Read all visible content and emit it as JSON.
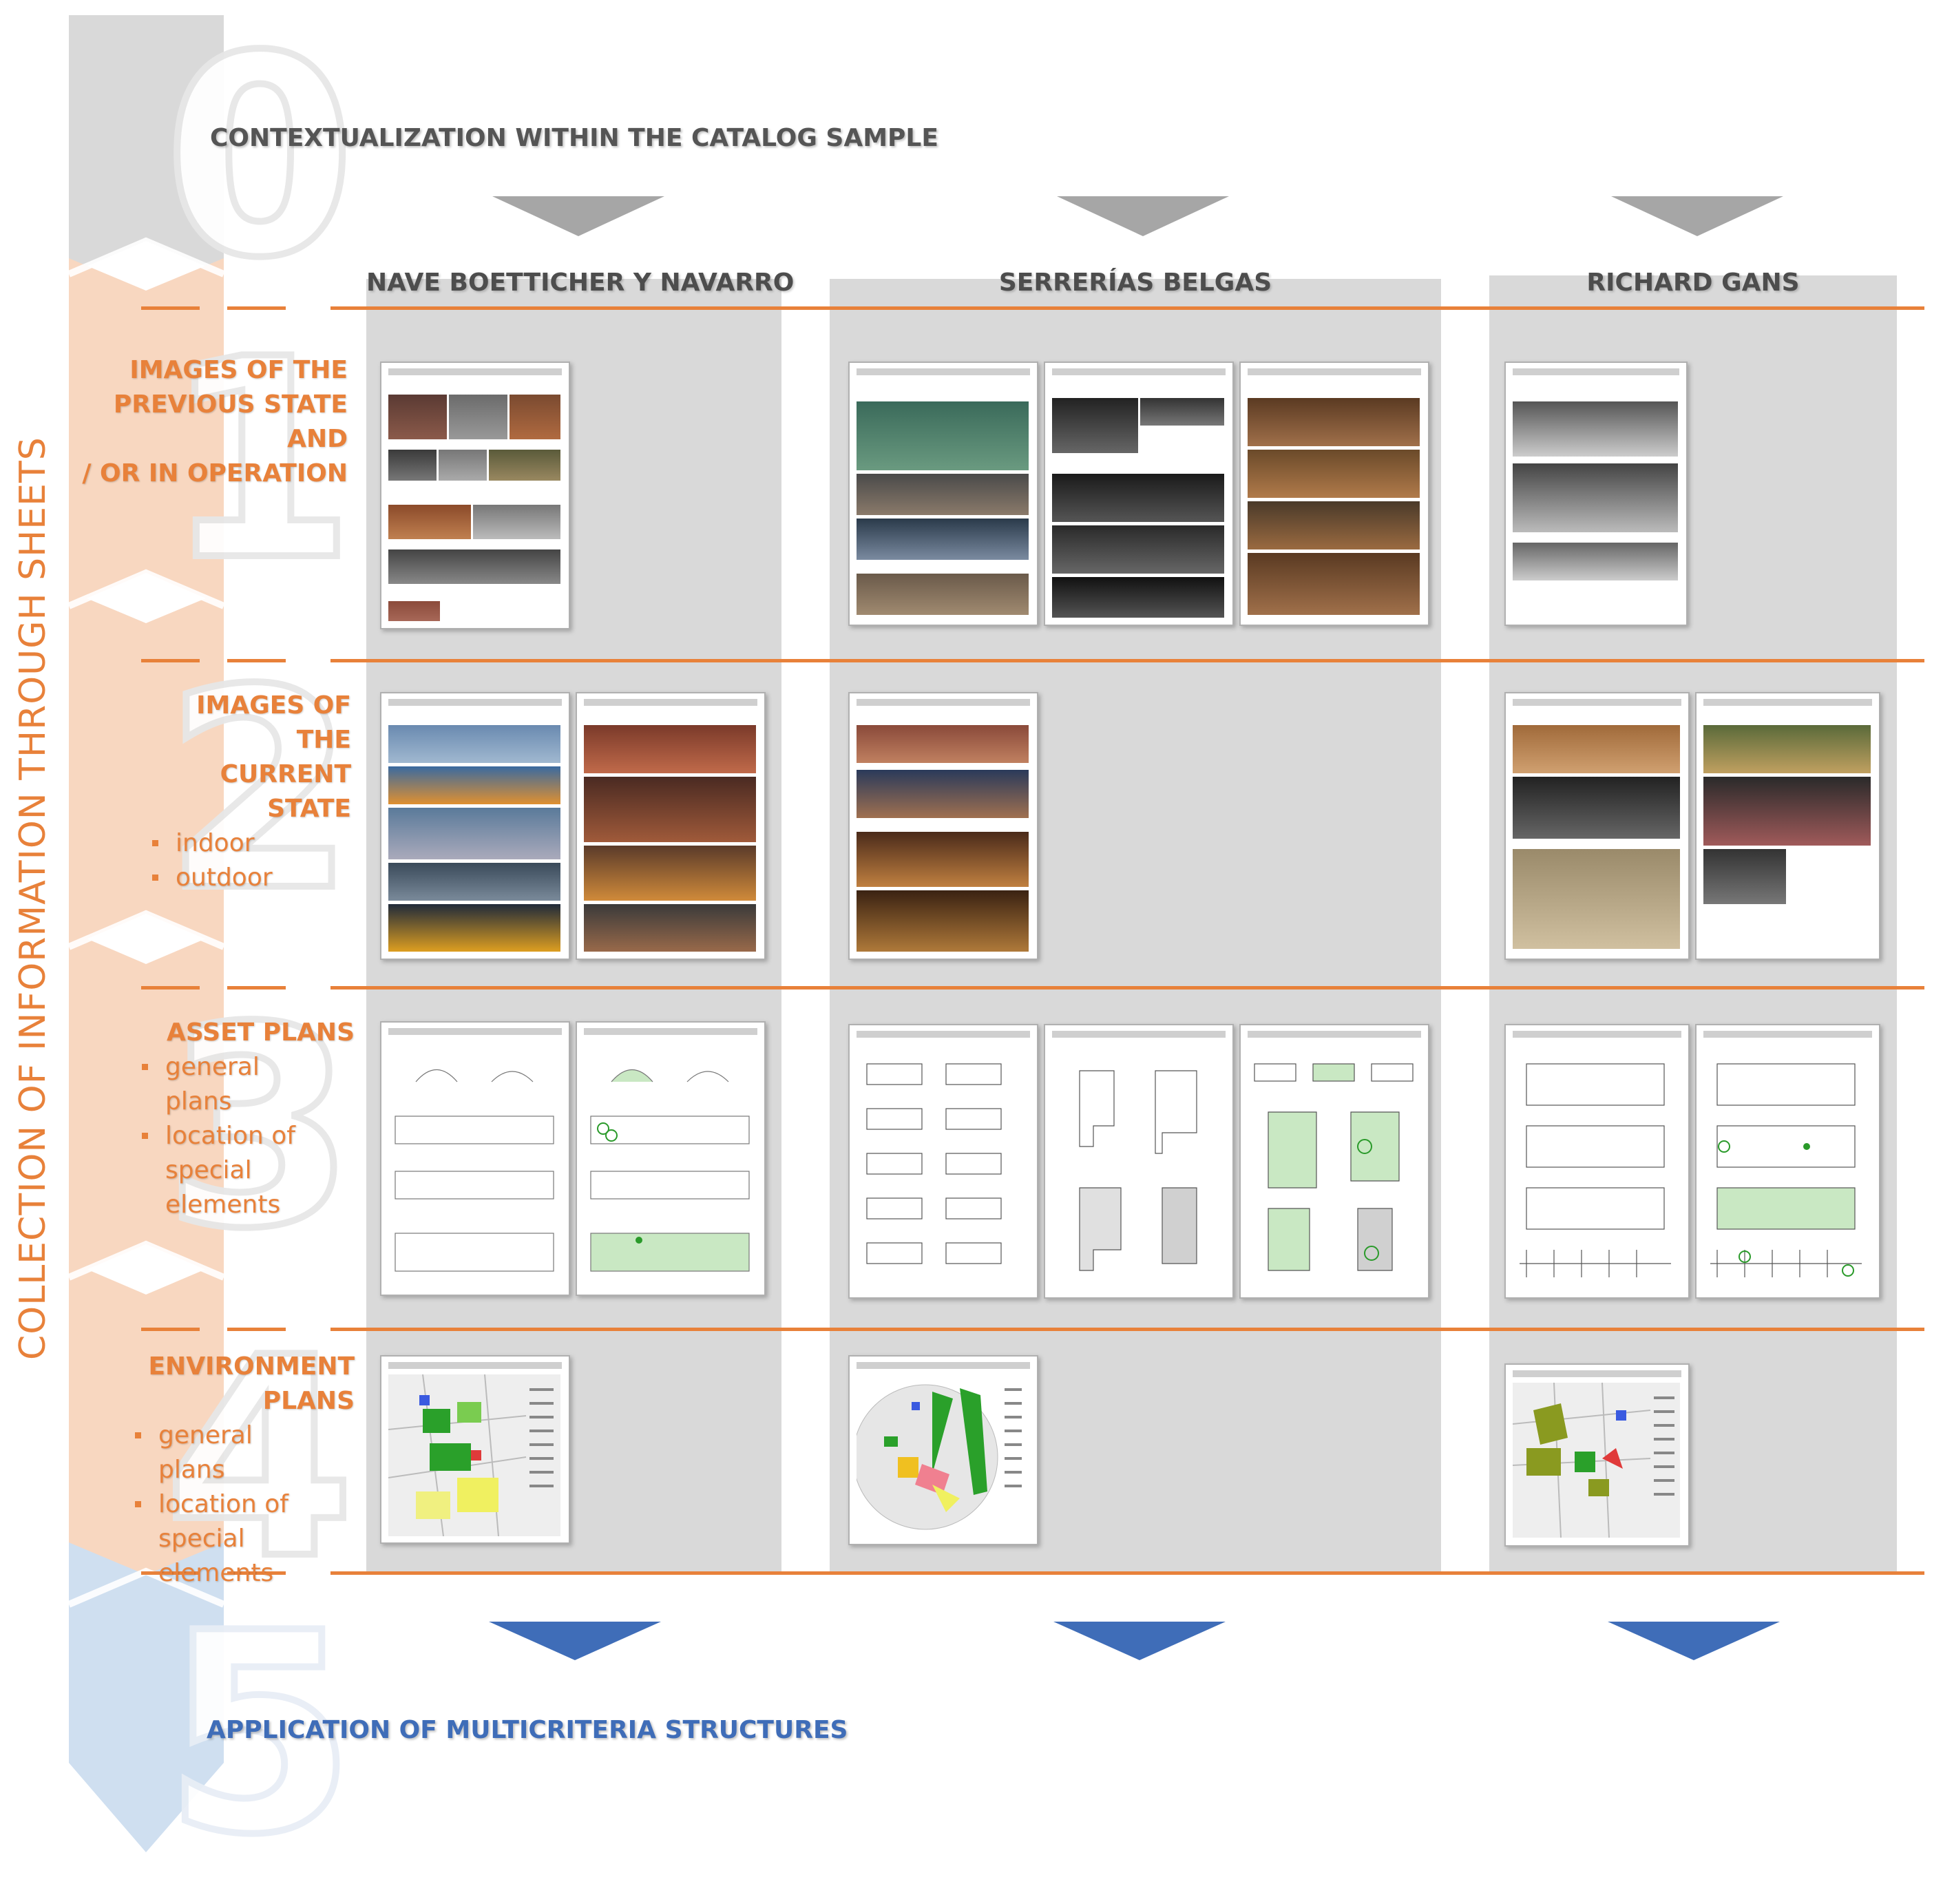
{
  "stages": {
    "step0": {
      "number": "0",
      "title": "CONTEXTUALIZATION WITHIN THE CATALOG SAMPLE"
    },
    "step5": {
      "number": "5",
      "title": "APPLICATION OF MULTICRITERIA  STRUCTURES"
    },
    "vertical_title": "COLLECTION OF INFORMATION THROUGH SHEETS"
  },
  "columns": [
    {
      "name": "NAVE BOETTICHER Y NAVARRO"
    },
    {
      "name": "SERRERÍAS BELGAS"
    },
    {
      "name": "RICHARD GANS"
    }
  ],
  "rows": [
    {
      "number": "1",
      "heading": [
        "IMAGES OF THE",
        "PREVIOUS STATE AND",
        "/ OR IN OPERATION"
      ],
      "bullets": []
    },
    {
      "number": "2",
      "heading": [
        "IMAGES OF THE",
        "CURRENT STATE"
      ],
      "bullets": [
        "indoor",
        "outdoor"
      ]
    },
    {
      "number": "3",
      "heading": [
        "ASSET PLANS"
      ],
      "bullets": [
        "general plans",
        "location of special elements"
      ]
    },
    {
      "number": "4",
      "heading": [
        "ENVIRONMENT",
        "PLANS"
      ],
      "bullets": [
        "general plans",
        "location of special elements"
      ]
    }
  ],
  "colors": {
    "orange": "#e8813a",
    "blue": "#3f6db8",
    "grey_panel": "#d9d9d9",
    "grey_arrow": "#a6a6a6"
  }
}
